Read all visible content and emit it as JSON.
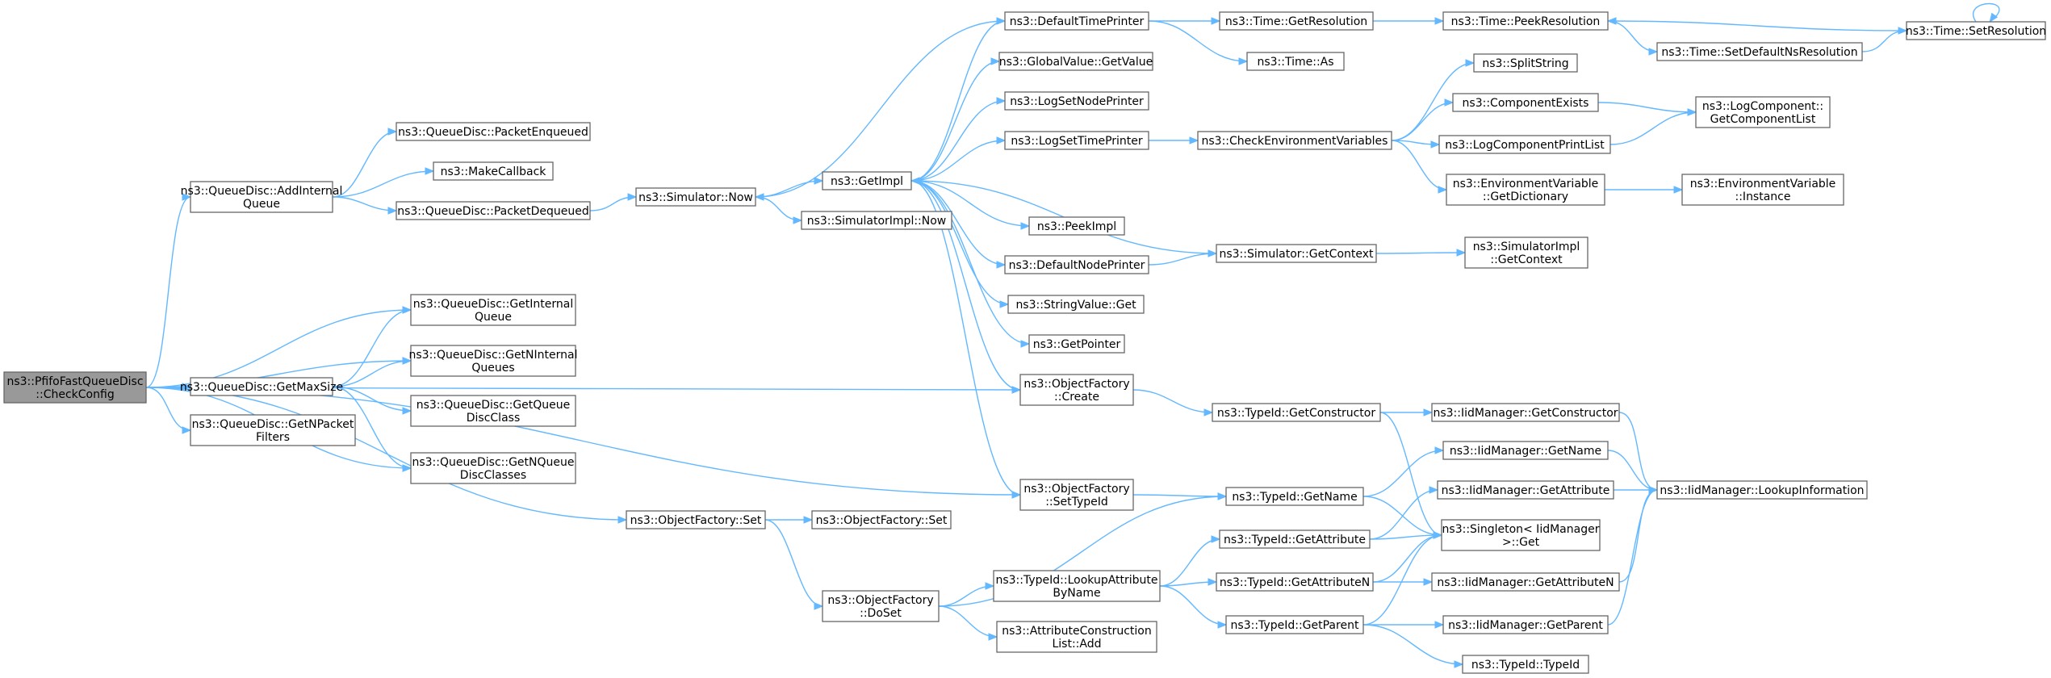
{
  "graph": {
    "edge_color": "#63b8ff",
    "node_border": "#666666",
    "root_fill": "#999999",
    "nodes": [
      {
        "id": "root",
        "label": [
          "ns3::PfifoFastQueueDisc",
          "::CheckConfig"
        ],
        "root": true
      },
      {
        "id": "addInternalQueue",
        "label": [
          "ns3::QueueDisc::AddInternal",
          "Queue"
        ]
      },
      {
        "id": "getMaxSize",
        "label": [
          "ns3::QueueDisc::GetMaxSize"
        ]
      },
      {
        "id": "getNPacketFilters",
        "label": [
          "ns3::QueueDisc::GetNPacket",
          "Filters"
        ]
      },
      {
        "id": "packetEnqueued",
        "label": [
          "ns3::QueueDisc::PacketEnqueued"
        ]
      },
      {
        "id": "makeCallback",
        "label": [
          "ns3::MakeCallback"
        ]
      },
      {
        "id": "packetDequeued",
        "label": [
          "ns3::QueueDisc::PacketDequeued"
        ]
      },
      {
        "id": "getInternalQueue",
        "label": [
          "ns3::QueueDisc::GetInternal",
          "Queue"
        ]
      },
      {
        "id": "getNInternalQueues",
        "label": [
          "ns3::QueueDisc::GetNInternal",
          "Queues"
        ]
      },
      {
        "id": "getQueueDiscClass",
        "label": [
          "ns3::QueueDisc::GetQueue",
          "DiscClass"
        ]
      },
      {
        "id": "getNQueueDiscClasses",
        "label": [
          "ns3::QueueDisc::GetNQueue",
          "DiscClasses"
        ]
      },
      {
        "id": "simulatorNow",
        "label": [
          "ns3::Simulator::Now"
        ]
      },
      {
        "id": "objFactorySet",
        "label": [
          "ns3::ObjectFactory::Set"
        ]
      },
      {
        "id": "getImpl",
        "label": [
          "ns3::GetImpl"
        ]
      },
      {
        "id": "simImplNow",
        "label": [
          "ns3::SimulatorImpl::Now"
        ]
      },
      {
        "id": "objFactorySet2",
        "label": [
          "ns3::ObjectFactory::Set"
        ]
      },
      {
        "id": "doSet",
        "label": [
          "ns3::ObjectFactory",
          "::DoSet"
        ]
      },
      {
        "id": "defaultTimePrinter",
        "label": [
          "ns3::DefaultTimePrinter"
        ]
      },
      {
        "id": "globalValueGetValue",
        "label": [
          "ns3::GlobalValue::GetValue"
        ]
      },
      {
        "id": "logSetNodePrinter",
        "label": [
          "ns3::LogSetNodePrinter"
        ]
      },
      {
        "id": "logSetTimePrinter",
        "label": [
          "ns3::LogSetTimePrinter"
        ]
      },
      {
        "id": "peekImpl",
        "label": [
          "ns3::PeekImpl"
        ]
      },
      {
        "id": "defaultNodePrinter",
        "label": [
          "ns3::DefaultNodePrinter"
        ]
      },
      {
        "id": "stringValueGet",
        "label": [
          "ns3::StringValue::Get"
        ]
      },
      {
        "id": "getPointer",
        "label": [
          "ns3::GetPointer"
        ]
      },
      {
        "id": "objFactoryCreate",
        "label": [
          "ns3::ObjectFactory",
          "::Create"
        ]
      },
      {
        "id": "objFactorySetTypeId",
        "label": [
          "ns3::ObjectFactory",
          "::SetTypeId"
        ]
      },
      {
        "id": "lookupAttrByName",
        "label": [
          "ns3::TypeId::LookupAttribute",
          "ByName"
        ]
      },
      {
        "id": "attrConstListAdd",
        "label": [
          "ns3::AttributeConstruction",
          "List::Add"
        ]
      },
      {
        "id": "timeGetResolution",
        "label": [
          "ns3::Time::GetResolution"
        ]
      },
      {
        "id": "timeAs",
        "label": [
          "ns3::Time::As"
        ]
      },
      {
        "id": "checkEnvVars",
        "label": [
          "ns3::CheckEnvironmentVariables"
        ]
      },
      {
        "id": "simGetContext",
        "label": [
          "ns3::Simulator::GetContext"
        ]
      },
      {
        "id": "typeIdGetConstructor",
        "label": [
          "ns3::TypeId::GetConstructor"
        ]
      },
      {
        "id": "typeIdGetName",
        "label": [
          "ns3::TypeId::GetName"
        ]
      },
      {
        "id": "typeIdGetAttribute",
        "label": [
          "ns3::TypeId::GetAttribute"
        ]
      },
      {
        "id": "typeIdGetAttributeN",
        "label": [
          "ns3::TypeId::GetAttributeN"
        ]
      },
      {
        "id": "typeIdGetParent",
        "label": [
          "ns3::TypeId::GetParent"
        ]
      },
      {
        "id": "timePeekResolution",
        "label": [
          "ns3::Time::PeekResolution"
        ]
      },
      {
        "id": "splitString",
        "label": [
          "ns3::SplitString"
        ]
      },
      {
        "id": "componentExists",
        "label": [
          "ns3::ComponentExists"
        ]
      },
      {
        "id": "logComponentPrintList",
        "label": [
          "ns3::LogComponentPrintList"
        ]
      },
      {
        "id": "envVarGetDictionary",
        "label": [
          "ns3::EnvironmentVariable",
          "::GetDictionary"
        ]
      },
      {
        "id": "simImplGetContext",
        "label": [
          "ns3::SimulatorImpl",
          "::GetContext"
        ]
      },
      {
        "id": "iidGetConstructor",
        "label": [
          "ns3::IidManager::GetConstructor"
        ]
      },
      {
        "id": "iidGetName",
        "label": [
          "ns3::IidManager::GetName"
        ]
      },
      {
        "id": "iidGetAttribute",
        "label": [
          "ns3::IidManager::GetAttribute"
        ]
      },
      {
        "id": "singletonGet",
        "label": [
          "ns3::Singleton< IidManager",
          ">::Get"
        ]
      },
      {
        "id": "iidGetAttributeN",
        "label": [
          "ns3::IidManager::GetAttributeN"
        ]
      },
      {
        "id": "iidGetParent",
        "label": [
          "ns3::IidManager::GetParent"
        ]
      },
      {
        "id": "typeIdTypeId",
        "label": [
          "ns3::TypeId::TypeId"
        ]
      },
      {
        "id": "timeSetDefaultNsRes",
        "label": [
          "ns3::Time::SetDefaultNsResolution"
        ]
      },
      {
        "id": "logCompGetComponentList",
        "label": [
          "ns3::LogComponent::",
          "GetComponentList"
        ]
      },
      {
        "id": "envVarInstance",
        "label": [
          "ns3::EnvironmentVariable",
          "::Instance"
        ]
      },
      {
        "id": "iidLookupInformation",
        "label": [
          "ns3::IidManager::LookupInformation"
        ]
      },
      {
        "id": "timeSetResolution",
        "label": [
          "ns3::Time::SetResolution"
        ]
      }
    ],
    "edges": [
      [
        "root",
        "addInternalQueue"
      ],
      [
        "root",
        "objFactoryCreate"
      ],
      [
        "root",
        "getInternalQueue"
      ],
      [
        "root",
        "getNInternalQueues"
      ],
      [
        "root",
        "getMaxSize"
      ],
      [
        "root",
        "getNPacketFilters"
      ],
      [
        "root",
        "getNQueueDiscClasses"
      ],
      [
        "root",
        "objFactorySet"
      ],
      [
        "root",
        "objFactorySetTypeId"
      ],
      [
        "addInternalQueue",
        "packetEnqueued"
      ],
      [
        "addInternalQueue",
        "makeCallback"
      ],
      [
        "addInternalQueue",
        "packetDequeued"
      ],
      [
        "packetDequeued",
        "simulatorNow"
      ],
      [
        "getMaxSize",
        "getInternalQueue"
      ],
      [
        "getMaxSize",
        "getNInternalQueues"
      ],
      [
        "getMaxSize",
        "getQueueDiscClass"
      ],
      [
        "getMaxSize",
        "getNQueueDiscClasses"
      ],
      [
        "simulatorNow",
        "getImpl"
      ],
      [
        "simulatorNow",
        "simImplNow"
      ],
      [
        "objFactorySet",
        "objFactorySet2"
      ],
      [
        "objFactorySet",
        "doSet"
      ],
      [
        "getImpl",
        "defaultTimePrinter"
      ],
      [
        "getImpl",
        "globalValueGetValue"
      ],
      [
        "getImpl",
        "logSetNodePrinter"
      ],
      [
        "getImpl",
        "logSetTimePrinter"
      ],
      [
        "getImpl",
        "peekImpl"
      ],
      [
        "getImpl",
        "defaultNodePrinter"
      ],
      [
        "getImpl",
        "stringValueGet"
      ],
      [
        "getImpl",
        "getPointer"
      ],
      [
        "getImpl",
        "objFactoryCreate"
      ],
      [
        "getImpl",
        "objFactorySetTypeId"
      ],
      [
        "defaultTimePrinter",
        "simulatorNow"
      ],
      [
        "defaultTimePrinter",
        "timeGetResolution"
      ],
      [
        "defaultTimePrinter",
        "timeAs"
      ],
      [
        "timeGetResolution",
        "timePeekResolution"
      ],
      [
        "timePeekResolution",
        "timeSetDefaultNsRes"
      ],
      [
        "timeSetDefaultNsRes",
        "timeSetResolution"
      ],
      [
        "timeSetResolution",
        "timePeekResolution"
      ],
      [
        "timeSetResolution",
        "timeSetResolution"
      ],
      [
        "logSetTimePrinter",
        "checkEnvVars"
      ],
      [
        "checkEnvVars",
        "splitString"
      ],
      [
        "checkEnvVars",
        "componentExists"
      ],
      [
        "checkEnvVars",
        "logComponentPrintList"
      ],
      [
        "checkEnvVars",
        "envVarGetDictionary"
      ],
      [
        "componentExists",
        "logCompGetComponentList"
      ],
      [
        "logComponentPrintList",
        "logCompGetComponentList"
      ],
      [
        "envVarGetDictionary",
        "envVarInstance"
      ],
      [
        "defaultNodePrinter",
        "simGetContext"
      ],
      [
        "simGetContext",
        "getImpl"
      ],
      [
        "simGetContext",
        "simImplGetContext"
      ],
      [
        "objFactoryCreate",
        "typeIdGetConstructor"
      ],
      [
        "typeIdGetConstructor",
        "iidGetConstructor"
      ],
      [
        "typeIdGetConstructor",
        "singletonGet"
      ],
      [
        "iidGetConstructor",
        "iidLookupInformation"
      ],
      [
        "objFactorySetTypeId",
        "typeIdGetName"
      ],
      [
        "typeIdGetName",
        "iidGetName"
      ],
      [
        "typeIdGetName",
        "singletonGet"
      ],
      [
        "iidGetName",
        "iidLookupInformation"
      ],
      [
        "doSet",
        "typeIdGetName"
      ],
      [
        "doSet",
        "lookupAttrByName"
      ],
      [
        "doSet",
        "attrConstListAdd"
      ],
      [
        "lookupAttrByName",
        "typeIdGetAttribute"
      ],
      [
        "lookupAttrByName",
        "typeIdGetAttributeN"
      ],
      [
        "lookupAttrByName",
        "typeIdGetParent"
      ],
      [
        "typeIdGetAttribute",
        "iidGetAttribute"
      ],
      [
        "typeIdGetAttribute",
        "singletonGet"
      ],
      [
        "iidGetAttribute",
        "iidLookupInformation"
      ],
      [
        "typeIdGetAttributeN",
        "iidGetAttributeN"
      ],
      [
        "typeIdGetAttributeN",
        "singletonGet"
      ],
      [
        "iidGetAttributeN",
        "iidLookupInformation"
      ],
      [
        "typeIdGetParent",
        "singletonGet"
      ],
      [
        "typeIdGetParent",
        "iidGetParent"
      ],
      [
        "typeIdGetParent",
        "typeIdTypeId"
      ],
      [
        "iidGetParent",
        "iidLookupInformation"
      ]
    ]
  }
}
